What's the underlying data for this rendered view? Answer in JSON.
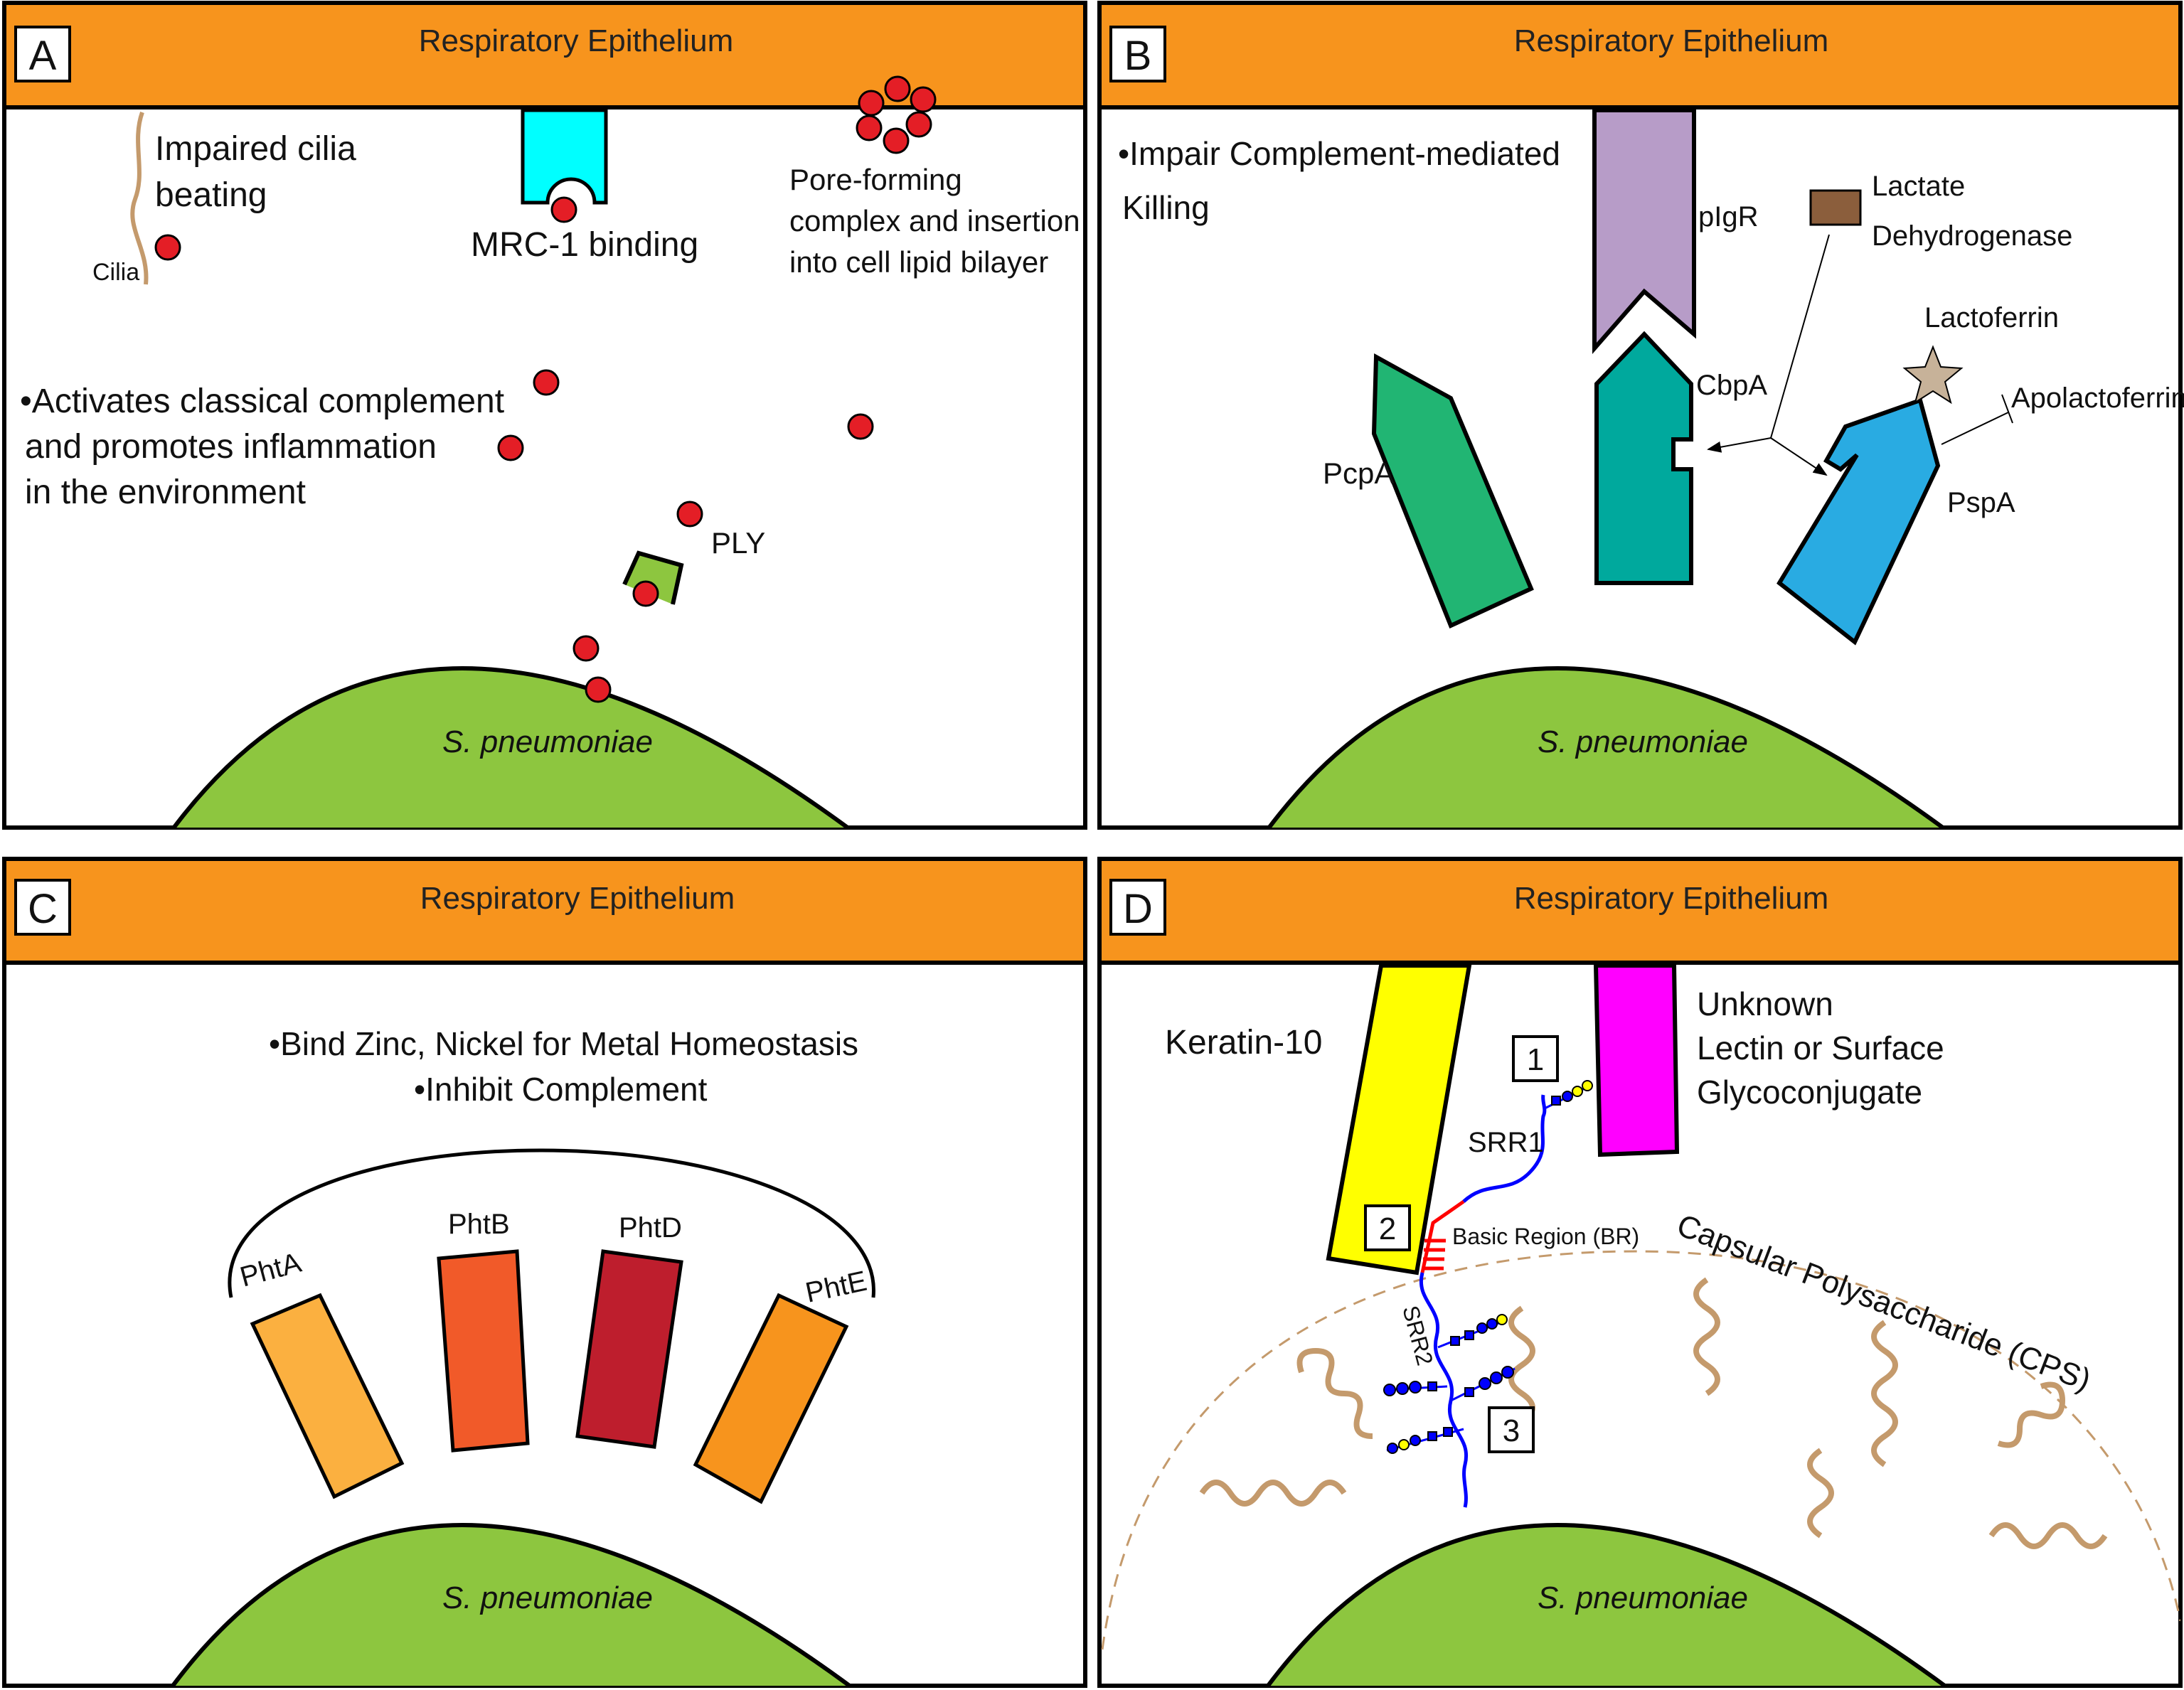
{
  "colors": {
    "epithelium": "#F7941D",
    "bacterium": "#8DC63F",
    "ply_red": "#E41E26",
    "mrc1": "#00FFFF",
    "pigr": "#B79CC8",
    "cbpa": "#00A99D",
    "pcpa": "#21B573",
    "pspa": "#29ABE2",
    "ldh": "#8B5E3C",
    "lactoferrin": "#C7B299",
    "cilia": "#C49A6C",
    "keratin": "#FFFF00",
    "lectin": "#FF00FF",
    "srr_line": "#0000FF",
    "basic_region": "#FF0000",
    "glycan_yellow": "#FFFF00",
    "phtA": "#FBB040",
    "phtB": "#F15A29",
    "phtD": "#BE1E2D",
    "phtE": "#F7941D"
  },
  "panels": {
    "a": {
      "letter": "A",
      "header": "Respiratory Epithelium",
      "bacterium": "S. pneumoniae",
      "cilia_label": "Cilia",
      "cilia_text": [
        "Impaired cilia",
        "beating"
      ],
      "mrc1_text": "MRC-1 binding",
      "pore_text": [
        "Pore-forming",
        "complex and insertion",
        "into cell lipid bilayer"
      ],
      "complement_text": [
        "•Activates classical complement",
        "and promotes inflammation",
        "in the environment"
      ],
      "ply_label": "PLY"
    },
    "b": {
      "letter": "B",
      "header": "Respiratory Epithelium",
      "bacterium": "S. pneumoniae",
      "note": [
        "•Impair Complement-mediated",
        "Killing"
      ],
      "pigr": "pIgR",
      "ldh": [
        "Lactate",
        "Dehydrogenase"
      ],
      "cbpa": "CbpA",
      "lactoferrin": "Lactoferrin",
      "apolactoferrin": "Apolactoferrin",
      "pcpa": "PcpA",
      "pspa": "PspA"
    },
    "c": {
      "letter": "C",
      "header": "Respiratory Epithelium",
      "bacterium": "S. pneumoniae",
      "note": [
        "•Bind Zinc, Nickel for Metal Homeostasis",
        "•Inhibit Complement"
      ],
      "proteins": [
        "PhtA",
        "PhtB",
        "PhtD",
        "PhtE"
      ]
    },
    "d": {
      "letter": "D",
      "header": "Respiratory Epithelium",
      "bacterium": "S. pneumoniae",
      "keratin": "Keratin-10",
      "lectin": [
        "Unknown",
        "Lectin or Surface",
        "Glycoconjugate"
      ],
      "box1": "1",
      "box2": "2",
      "box3": "3",
      "srr1": "SRR1",
      "srr2": "SRR2",
      "basic_region": "Basic Region (BR)",
      "capsule": "Capsular Polysaccharide (CPS)"
    }
  }
}
